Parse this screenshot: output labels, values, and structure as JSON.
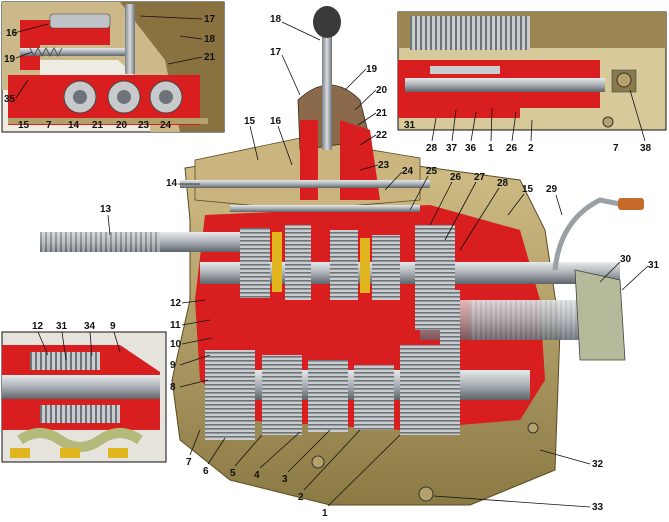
{
  "colors": {
    "housing": "#b8a36a",
    "housing_dark": "#7d6a3a",
    "cutaway": "#d81e1e",
    "steel": "#bfc3c7",
    "steel_dark": "#6f767c",
    "brass": "#e0b51f",
    "background": "#ffffff"
  },
  "insets": {
    "top_left": {
      "labels": [
        "16",
        "17",
        "18",
        "19",
        "21",
        "35",
        "15",
        "7",
        "14",
        "21",
        "20",
        "23",
        "24"
      ]
    },
    "top_right": {
      "labels": [
        "31",
        "28",
        "37",
        "36",
        "1",
        "26",
        "2",
        "7",
        "38"
      ]
    },
    "bottom_left": {
      "labels": [
        "12",
        "31",
        "34",
        "9"
      ]
    }
  },
  "callouts": {
    "c18": "18",
    "c17": "17",
    "c19": "19",
    "c20": "20",
    "c21": "21",
    "c22": "22",
    "c16": "16",
    "c15": "15",
    "c14": "14",
    "c23": "23",
    "c24": "24",
    "c25": "25",
    "c26": "26",
    "c27": "27",
    "c28": "28",
    "c15b": "15",
    "c29": "29",
    "c13": "13",
    "c30": "30",
    "c31": "31",
    "c12": "12",
    "c11": "11",
    "c10": "10",
    "c9": "9",
    "c8": "8",
    "c7": "7",
    "c6": "6",
    "c5": "5",
    "c4": "4",
    "c3": "3",
    "c2": "2",
    "c1": "1",
    "c32": "32",
    "c33": "33"
  }
}
